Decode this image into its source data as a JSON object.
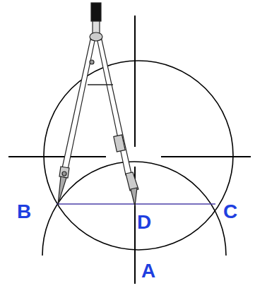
{
  "diagram": {
    "labels": [
      "B",
      "D",
      "C",
      "A"
    ]
  }
}
